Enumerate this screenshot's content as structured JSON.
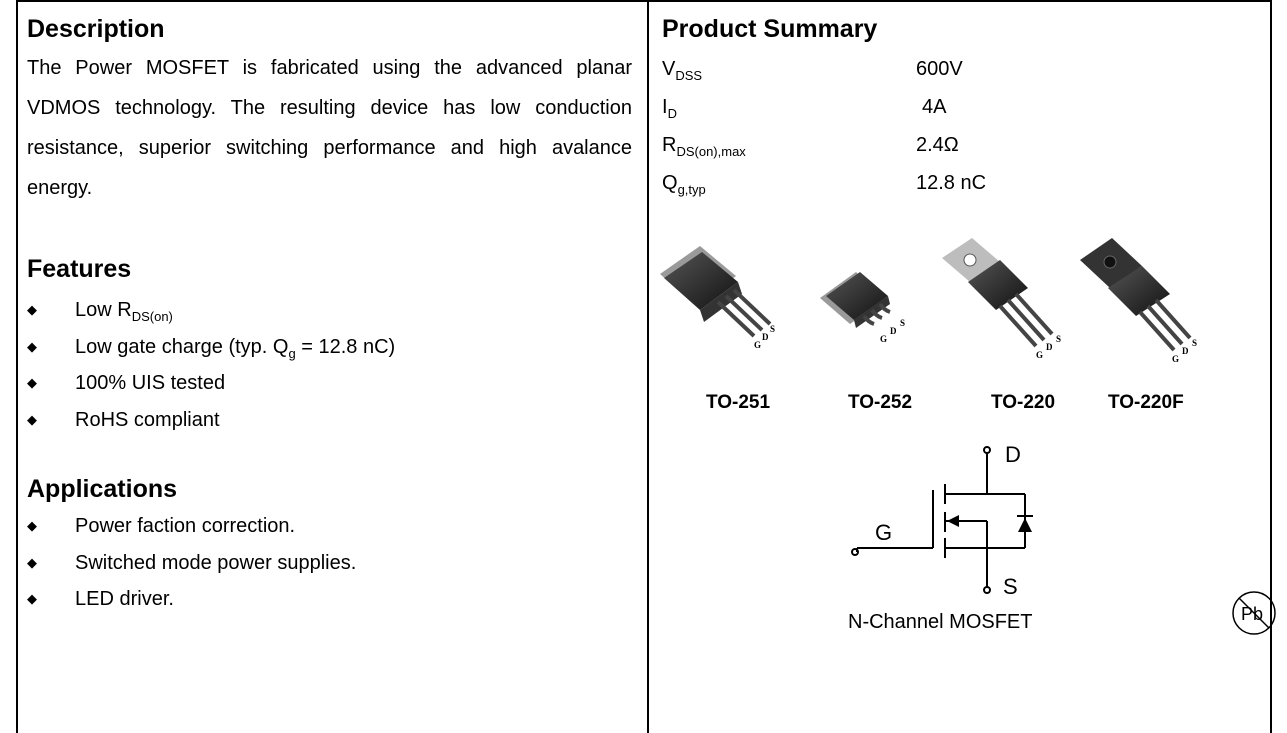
{
  "description": {
    "heading": "Description",
    "text": "The Power MOSFET is fabricated using the advanced planar VDMOS technology. The resulting device has low conduction resistance, superior switching performance and high avalance energy."
  },
  "features": {
    "heading": "Features",
    "items": [
      {
        "pre": "Low R",
        "sub": "DS(on)",
        "post": ""
      },
      {
        "pre": "Low gate charge (typ. Q",
        "sub": "g",
        "post": " = 12.8 nC)"
      },
      {
        "pre": "100% UIS tested",
        "sub": "",
        "post": ""
      },
      {
        "pre": "RoHS compliant",
        "sub": "",
        "post": ""
      }
    ]
  },
  "applications": {
    "heading": "Applications",
    "items": [
      "Power faction correction.",
      "Switched mode power supplies.",
      "LED driver."
    ]
  },
  "summary": {
    "heading": "Product Summary",
    "rows": [
      {
        "sym": "V",
        "sub": "DSS",
        "value": "600V"
      },
      {
        "sym": "I",
        "sub": "D",
        "value": "4A"
      },
      {
        "sym": "R",
        "sub": "DS(on),max",
        "value": "2.4Ω"
      },
      {
        "sym": "Q",
        "sub": "g,typ",
        "value": "12.8 nC"
      }
    ]
  },
  "packages": [
    "TO-251",
    "TO-252",
    "TO-220",
    "TO-220F"
  ],
  "pin_letters": {
    "g": "G",
    "d": "D",
    "s": "S"
  },
  "schematic": {
    "gate": "G",
    "drain": "D",
    "source": "S",
    "caption": "N-Channel MOSFET"
  },
  "pb_mark": "Pb"
}
